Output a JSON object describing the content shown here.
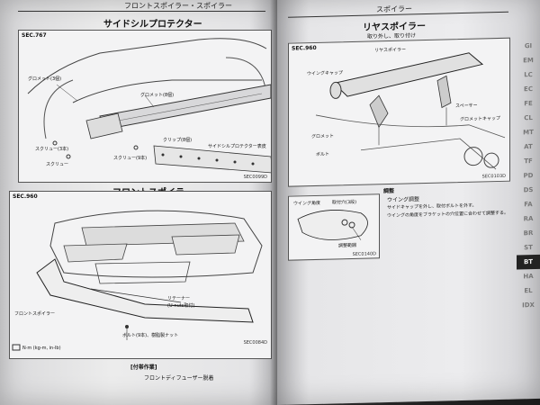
{
  "left_page": {
    "header": "フロントスポイラー・スポイラー",
    "side_sill": {
      "title": "サイドシルプロテクター",
      "sec": "SEC.767",
      "labels": [
        "グロメット(3個)",
        "グロメット(8個)",
        "スクリュー(3本)",
        "スクリュー",
        "スクリュー(9本)",
        "クリップ(8個)",
        "サイドシルプロテクター表皮"
      ],
      "code": "SEC0099D"
    },
    "front_spoiler": {
      "title": "フロントスポイラー",
      "sec": "SEC.960",
      "labels": [
        "フロントスポイラー",
        "リテーナー",
        "(U-nuts取付)",
        "ボルト(9本)、樹脂製ナット",
        "N·m (kg-m, in-lb)"
      ],
      "code": "SEC0084D"
    },
    "notes_heading": "[付帯作業]",
    "notes_item": "フロントディフューザー脱着"
  },
  "right_page": {
    "header": "スポイラー",
    "rear_spoiler": {
      "title": "リヤスポイラー",
      "subtitle": "取り外し、取り付け",
      "sec": "SEC.960",
      "labels": [
        "リヤスポイラー",
        "ウイングキャップ",
        "グロメット",
        "スペーサー",
        "ボルト",
        "グロメットキャップ"
      ],
      "code": "SEC0103D"
    },
    "adjust": {
      "heading": "調整",
      "subheading": "ウイング調整",
      "items": [
        "サイドキャップを外し、取付ボルトを外す。",
        "ウイングの角度をブラケットの穴位置に合わせて調整する。"
      ],
      "labels": [
        "ウイング角度",
        "取付穴(3段)",
        "調整範囲"
      ],
      "code": "SEC0140D"
    },
    "tabs": [
      "GI",
      "EM",
      "LC",
      "EC",
      "FE",
      "CL",
      "MT",
      "AT",
      "TF",
      "PD",
      "DS",
      "FA",
      "RA",
      "BR",
      "ST",
      "BT",
      "HA",
      "EL",
      "IDX"
    ],
    "active_tab": "BT"
  }
}
